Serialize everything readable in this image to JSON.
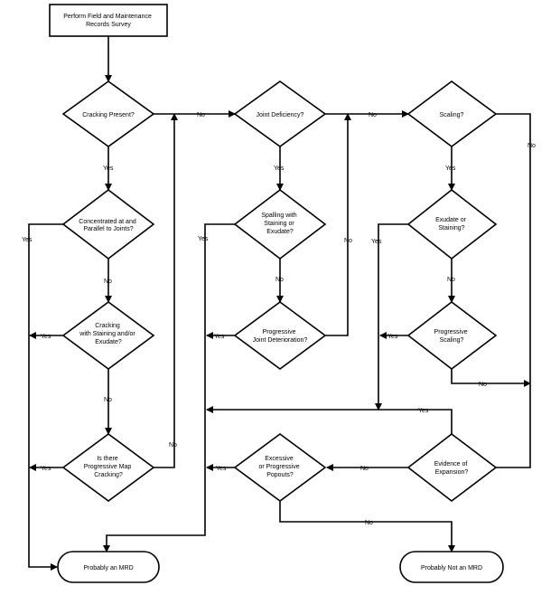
{
  "nodes": {
    "start": [
      "Perform Field and Maintenance",
      "Records Survey"
    ],
    "cracking_present": [
      "Cracking Present?"
    ],
    "concentrated_at_joints": [
      "Concentrated at and",
      "Parallel to Joints?"
    ],
    "cracking_staining": [
      "Cracking",
      "with Staining and/or",
      "Exudate?"
    ],
    "map_cracking": [
      "Is there",
      "Progressive Map",
      "Cracking?"
    ],
    "joint_deficiency": [
      "Joint Deficiency?"
    ],
    "spalling_staining": [
      "Spalling with",
      "Staining or",
      "Exudate?"
    ],
    "progressive_joint_det": [
      "Progressive",
      "Joint Deterioration?"
    ],
    "scaling": [
      "Scaling?"
    ],
    "exudate_staining": [
      "Exudate or",
      "Staining?"
    ],
    "progressive_scaling": [
      "Progressive",
      "Scaling?"
    ],
    "excessive_popouts": [
      "Excessive",
      "or Progressive",
      "Popouts?"
    ],
    "evidence_expansion": [
      "Evidence of",
      "Expansion?"
    ],
    "probably_mrd": [
      "Probably an MRD"
    ],
    "probably_not_mrd": [
      "Probably Not an MRD"
    ]
  },
  "edge_labels": {
    "yes": "Yes",
    "no": "No"
  }
}
